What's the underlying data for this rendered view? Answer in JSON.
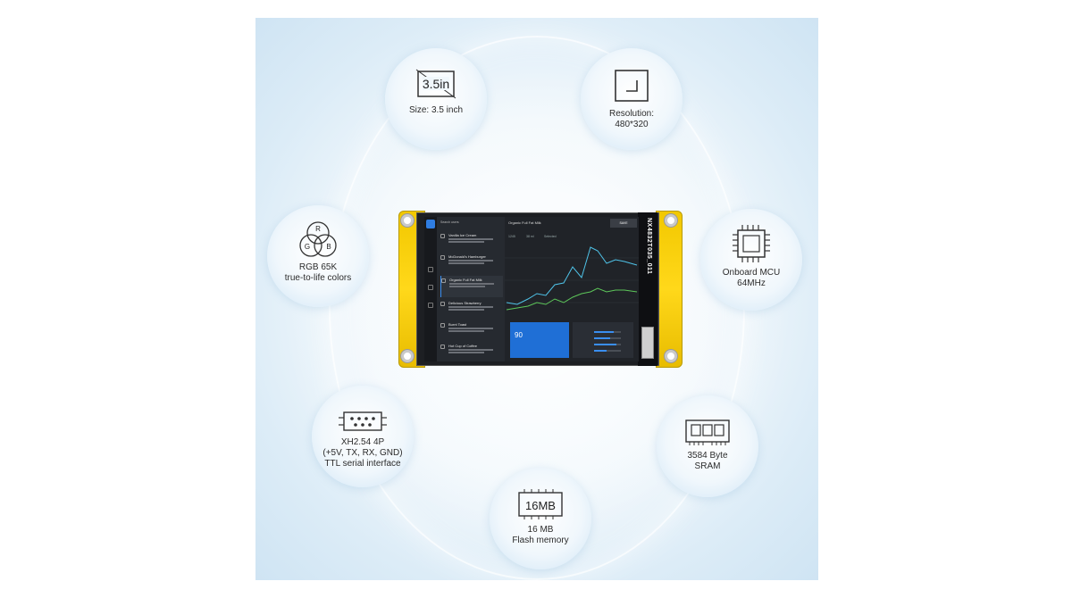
{
  "features": {
    "size": {
      "icon": "screen-size-icon",
      "icon_text": "3.5in",
      "label": "Size: 3.5 inch"
    },
    "resolution": {
      "icon": "resolution-icon",
      "label_line1": "Resolution:",
      "label_line2": "480*320"
    },
    "colors": {
      "icon": "rgb-venn-icon",
      "r": "R",
      "g": "G",
      "b": "B",
      "label_line1": "RGB 65K",
      "label_line2": "true-to-life colors"
    },
    "mcu": {
      "icon": "chip-icon",
      "label_line1": "Onboard MCU",
      "label_line2": "64MHz"
    },
    "serial": {
      "icon": "serial-connector-icon",
      "label_line1": "XH2.54 4P",
      "label_line2": "(+5V, TX, RX, GND)",
      "label_line3": "TTL serial interface"
    },
    "sram": {
      "icon": "memory-module-icon",
      "label_line1": "3584 Byte",
      "label_line2": "SRAM"
    },
    "flash": {
      "icon": "flash-chip-icon",
      "icon_text": "16MB",
      "label_line1": "16 MB",
      "label_line2": "Flash memory"
    }
  },
  "device": {
    "model_text": "NX4832T035_011",
    "screen": {
      "list_header": "Search users",
      "items": [
        {
          "title": "Vanilla Ice Cream"
        },
        {
          "title": "McDonald's Hamburger"
        },
        {
          "title": "Organic Full Fat Milk"
        },
        {
          "title": "Delicious Strawberry"
        },
        {
          "title": "Burnt Toast"
        },
        {
          "title": "Hot Cup of Coffee"
        }
      ],
      "main_title": "Organic Full Fat Milk",
      "main_button": "SAVE",
      "stats": [
        "1245",
        "38 ml",
        "Selected"
      ],
      "blue_card_value": "90",
      "colors": {
        "accent": "#3a8ef0",
        "line_cyan": "#4fc3e8",
        "line_green": "#5dc75a",
        "pcb_yellow": "#ffd81a"
      }
    }
  }
}
